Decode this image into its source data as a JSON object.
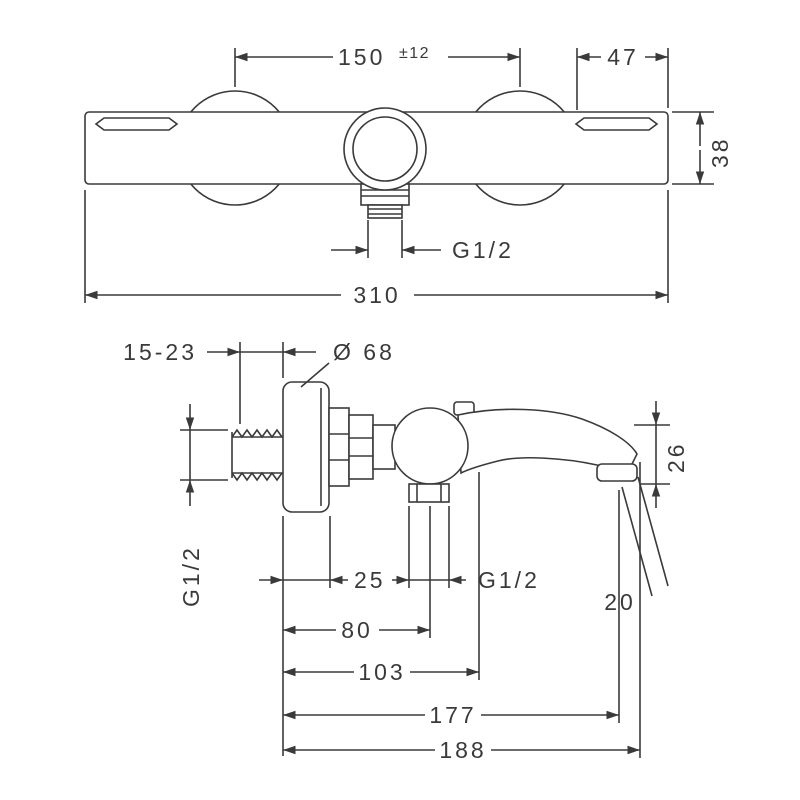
{
  "colors": {
    "ink": "#3a3a3a",
    "paper": "#ffffff"
  },
  "front_view": {
    "dim_spacing": "150",
    "dim_spacing_tolerance": "±12",
    "dim_union_to_end": "47",
    "dim_body_height": "38",
    "dim_outlet_thread": "G1/2",
    "dim_overall_width": "310"
  },
  "side_view": {
    "dim_wall_distance": "15-23",
    "dim_escutcheon_diameter": "Ø 68",
    "dim_inlet_thread": "G1/2",
    "dim_escutcheon_depth": "25",
    "dim_bottom_outlet_thread": "G1/2",
    "dim_to_outlet_center": "80",
    "dim_to_body_front": "103",
    "dim_to_aerator": "177",
    "dim_overall_depth": "188",
    "dim_aerator_face": "20",
    "dim_spout_end_height": "26"
  }
}
